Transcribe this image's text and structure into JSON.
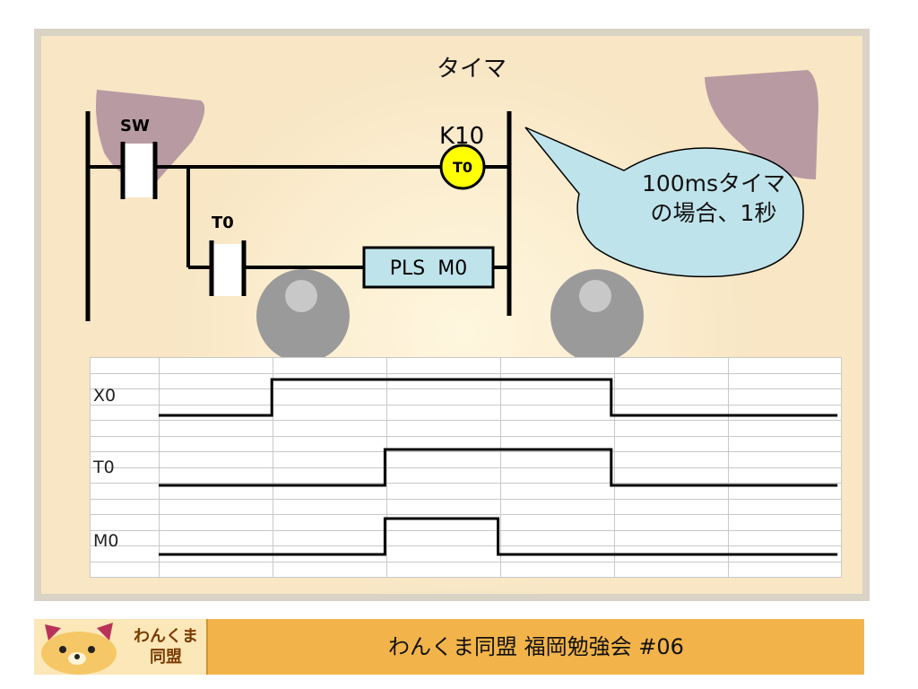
{
  "slide": {
    "title": "タイマ",
    "switch_label": "SW",
    "timer_setting": "K10",
    "timer_coil": "T0",
    "contact_label": "T0",
    "instruction": "PLS  M0",
    "callout": "100msタイマの場合、1秒"
  },
  "timing": {
    "signals": [
      {
        "name": "X0",
        "levels": [
          0,
          1,
          1,
          1,
          0,
          0
        ]
      },
      {
        "name": "T0",
        "levels": [
          0,
          0,
          1,
          1,
          0,
          0
        ]
      },
      {
        "name": "M0",
        "levels": [
          0,
          0,
          1,
          0,
          0,
          0
        ]
      }
    ]
  },
  "footer": {
    "logo_line1": "わんくま",
    "logo_line2": "同盟",
    "title": "わんくま同盟 福岡勉強会 #06"
  },
  "colors": {
    "coil_fill": "#ffff00",
    "instruction_box": "#bfe3ea",
    "callout_fill": "#bfe3ea",
    "footer_bar": "#f2b44a"
  }
}
